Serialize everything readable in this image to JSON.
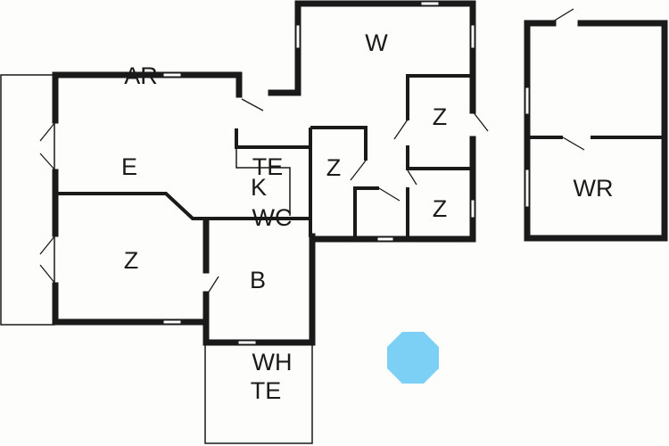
{
  "rooms": {
    "ar": "AR",
    "w": "W",
    "z_top_right": "Z",
    "e": "E",
    "te_kitchen": "TE",
    "k": "K",
    "wc": "WC",
    "z_middle": "Z",
    "z_bottom_right": "Z",
    "wr": "WR",
    "z_left": "Z",
    "b": "B",
    "wh": "WH",
    "te_bottom": "TE"
  },
  "colors": {
    "wall": "#1a1a1a",
    "marker": "#7ccff5"
  }
}
